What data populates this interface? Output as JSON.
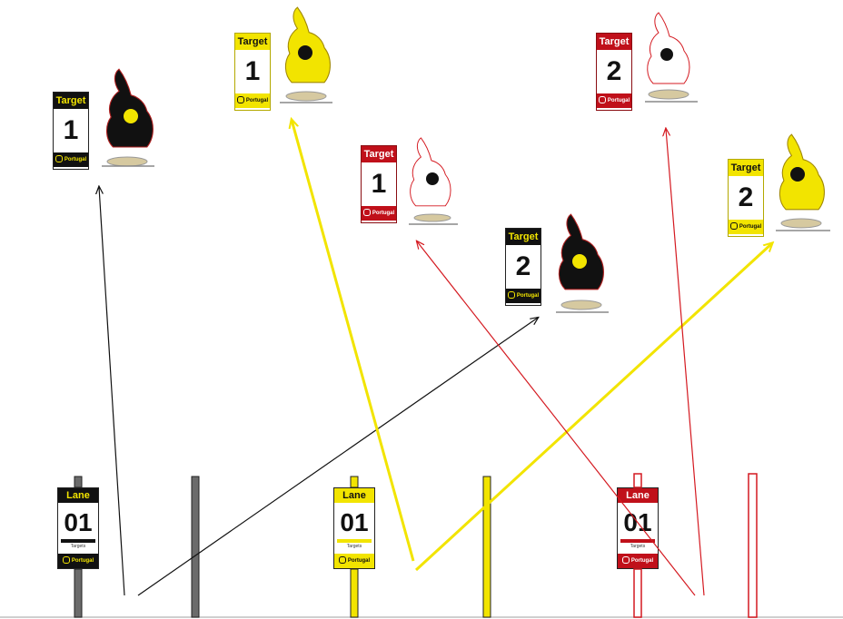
{
  "colors": {
    "black": "#111111",
    "yellow": "#f2e400",
    "red": "#c0101a",
    "post_black": "#6b6b6b",
    "post_yellow": "#f2e400",
    "post_red": "#ffffff"
  },
  "lanes": [
    {
      "color": "black",
      "head": "Lane",
      "number": "01",
      "mid": "Targets",
      "foot": "Portugal"
    },
    {
      "color": "yellow",
      "head": "Lane",
      "number": "01",
      "mid": "Targets",
      "foot": "Portugal"
    },
    {
      "color": "red",
      "head": "Lane",
      "number": "01",
      "mid": "Targets",
      "foot": "Portugal"
    }
  ],
  "targets": [
    {
      "color": "black",
      "head": "Target",
      "number": "1",
      "foot": "Portugal"
    },
    {
      "color": "yellow",
      "head": "Target",
      "number": "1",
      "foot": "Portugal"
    },
    {
      "color": "red",
      "head": "Target",
      "number": "1",
      "foot": "Portugal"
    },
    {
      "color": "black",
      "head": "Target",
      "number": "2",
      "foot": "Portugal"
    },
    {
      "color": "red",
      "head": "Target",
      "number": "2",
      "foot": "Portugal"
    },
    {
      "color": "yellow",
      "head": "Target",
      "number": "2",
      "foot": "Portugal"
    }
  ]
}
